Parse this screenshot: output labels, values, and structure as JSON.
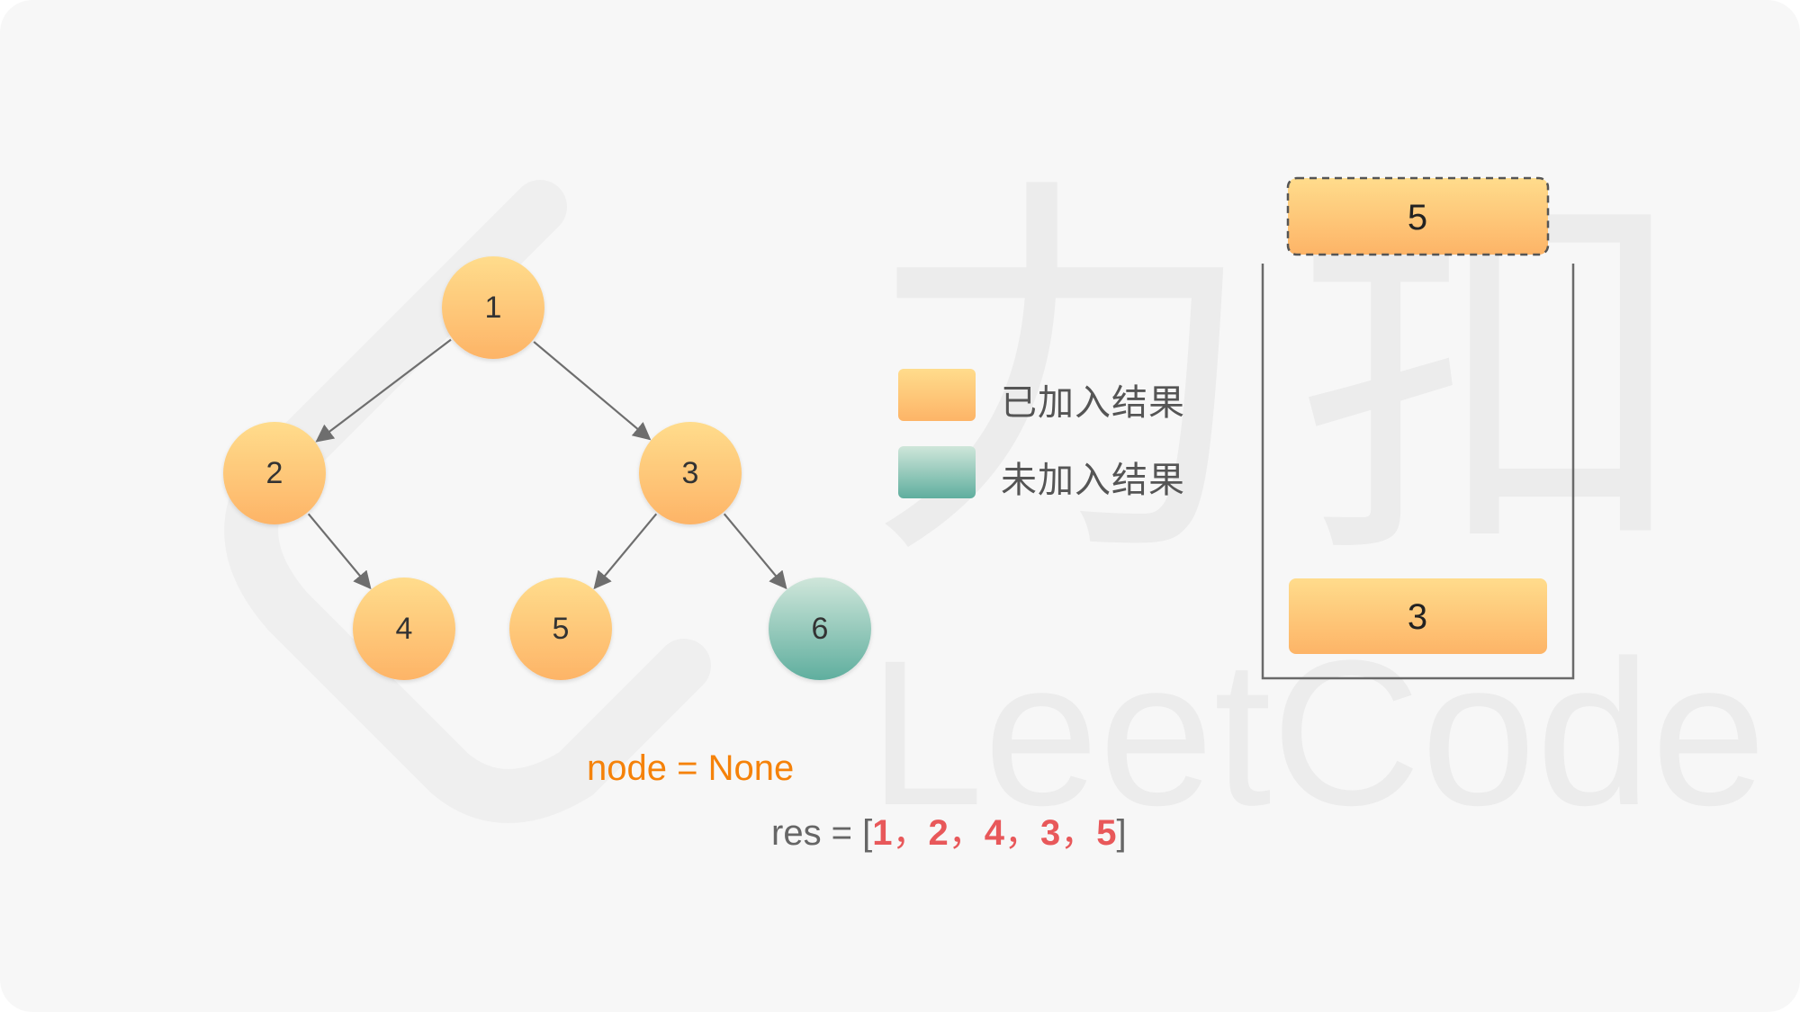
{
  "tree": {
    "nodes": [
      {
        "id": "n1",
        "label": "1",
        "state": "added"
      },
      {
        "id": "n2",
        "label": "2",
        "state": "added"
      },
      {
        "id": "n3",
        "label": "3",
        "state": "added"
      },
      {
        "id": "n4",
        "label": "4",
        "state": "added"
      },
      {
        "id": "n5",
        "label": "5",
        "state": "added"
      },
      {
        "id": "n6",
        "label": "6",
        "state": "not-added"
      }
    ],
    "edges": [
      {
        "from": "n1",
        "to": "n2"
      },
      {
        "from": "n1",
        "to": "n3"
      },
      {
        "from": "n2",
        "to": "n4"
      },
      {
        "from": "n3",
        "to": "n5"
      },
      {
        "from": "n3",
        "to": "n6"
      }
    ]
  },
  "legend": {
    "added_label": "已加入结果",
    "not_added_label": "未加入结果"
  },
  "stack": {
    "popped": "5",
    "items": [
      "3"
    ]
  },
  "code": {
    "node_line": "node = None",
    "res_prefix": "res = [",
    "res_values": [
      "1",
      "2",
      "4",
      "3",
      "5"
    ],
    "res_separator": "，",
    "res_suffix": "]"
  },
  "watermark": {
    "text": "LeetCode",
    "chinese": "力扣"
  },
  "colors": {
    "added_top": "#ffdc8c",
    "added_bottom": "#fdb467",
    "not_added_top": "#cfe6da",
    "not_added_bottom": "#5fae9e",
    "edge": "#6e6e6e",
    "node_line": "#f5820a",
    "res_values": "#e8585a"
  }
}
